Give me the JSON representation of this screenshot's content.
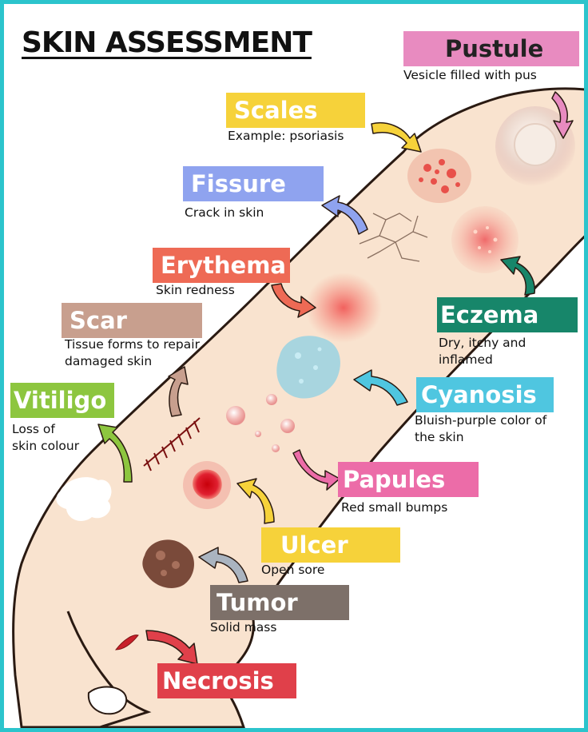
{
  "title": "SKIN ASSESSMENT",
  "colors": {
    "border": "#2cc4cc",
    "skin": "#f9e3cf",
    "pustule": "#e88bc0",
    "scales": "#f6d23a",
    "fissure": "#8fa3ef",
    "erythema": "#ee6a55",
    "scar": "#c89f8e",
    "eczema": "#17866a",
    "vitiligo": "#8dc63f",
    "cyanosis": "#4fc6e0",
    "papules": "#ec6ca8",
    "ulcer": "#f6d23a",
    "tumor": "#7d7069",
    "necrosis": "#e0404a"
  },
  "items": {
    "pustule": {
      "name": "Pustule",
      "desc": "Vesicle filled with pus"
    },
    "scales": {
      "name": "Scales",
      "desc": "Example: psoriasis"
    },
    "fissure": {
      "name": "Fissure",
      "desc": "Crack in skin"
    },
    "erythema": {
      "name": "Erythema",
      "desc": "Skin redness"
    },
    "scar": {
      "name": "Scar",
      "desc_line1": "Tissue forms to repair",
      "desc_line2": "damaged skin"
    },
    "eczema": {
      "name": "Eczema",
      "desc_line1": "Dry, itchy and",
      "desc_line2": "inflamed"
    },
    "vitiligo": {
      "name": "Vitiligo",
      "desc_line1": "Loss of",
      "desc_line2": "skin colour"
    },
    "cyanosis": {
      "name": "Cyanosis",
      "desc_line1": "Bluish-purple color of",
      "desc_line2": "the skin"
    },
    "papules": {
      "name": "Papules",
      "desc": "Red small bumps"
    },
    "ulcer": {
      "name": "Ulcer",
      "desc": "Open sore"
    },
    "tumor": {
      "name": "Tumor",
      "desc": "Solid mass"
    },
    "necrosis": {
      "name": "Necrosis"
    }
  }
}
